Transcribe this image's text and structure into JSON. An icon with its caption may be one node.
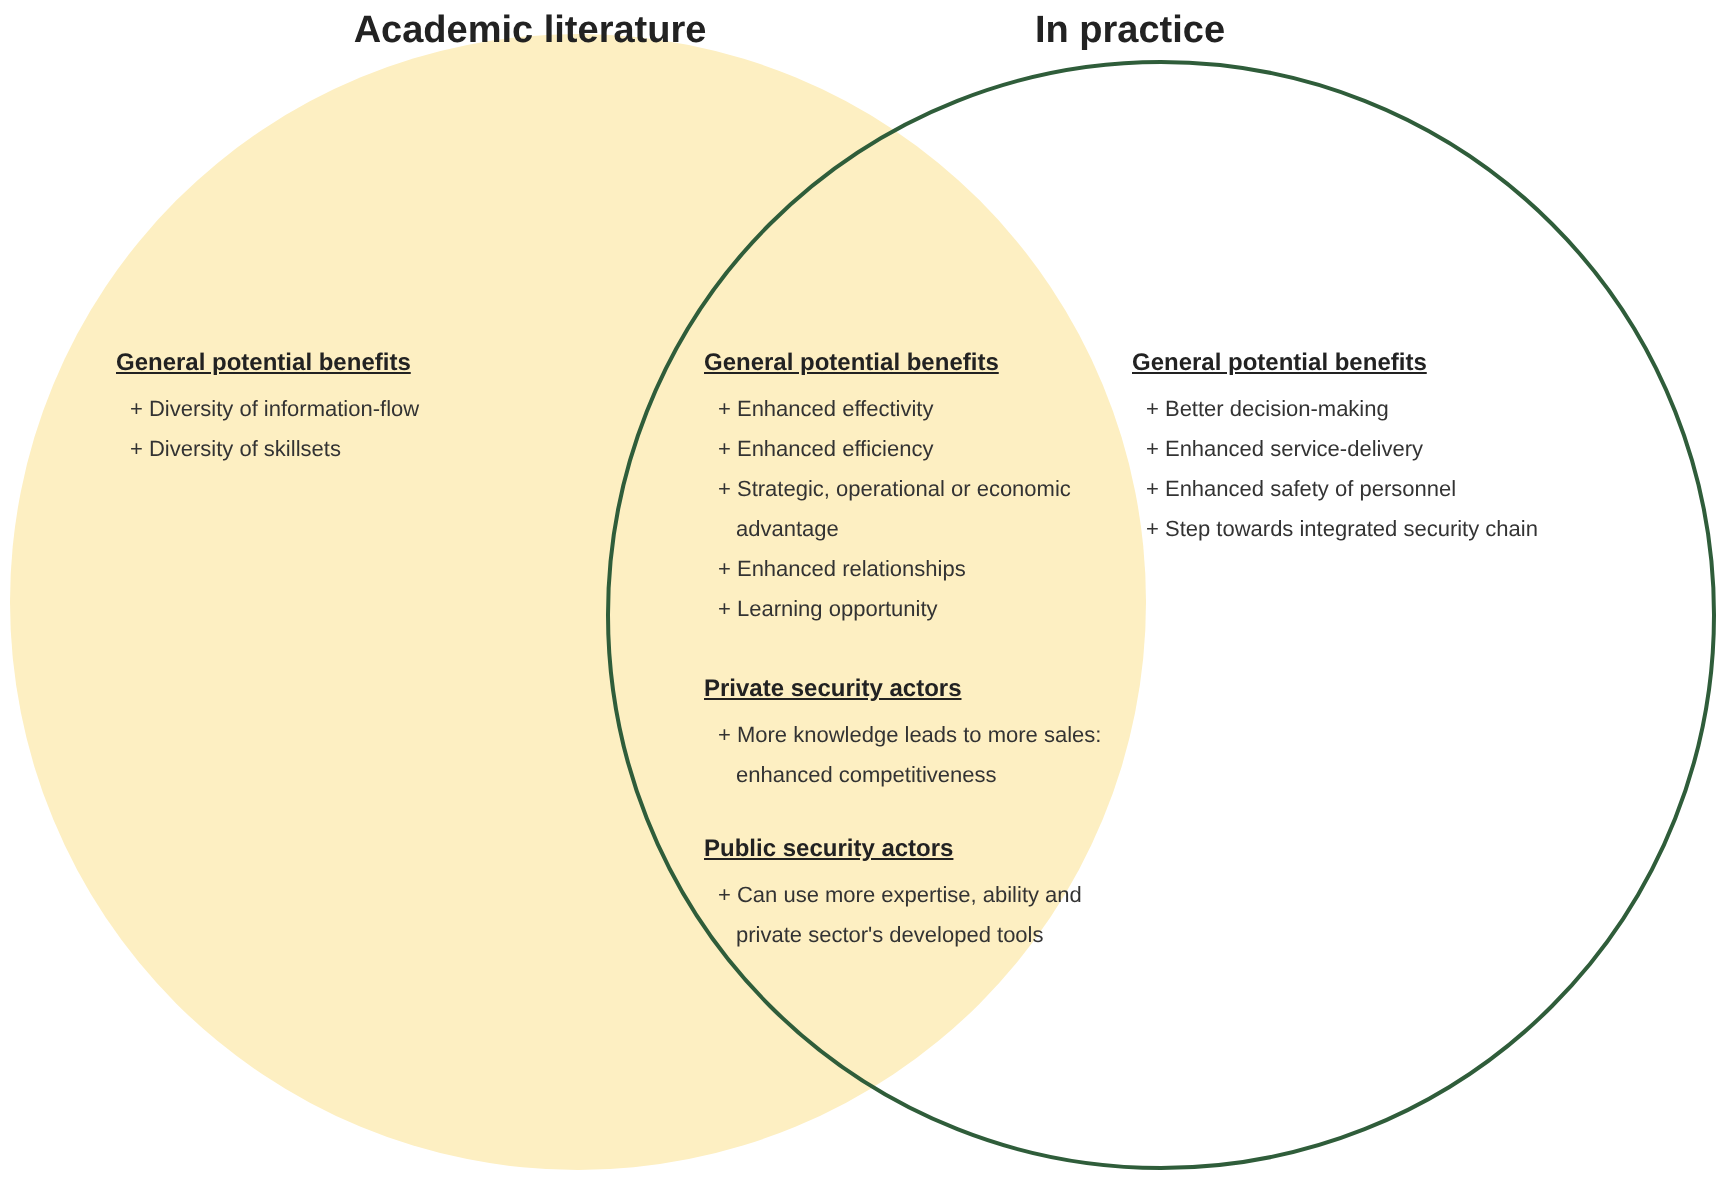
{
  "diagram": {
    "nodes": [
      {
        "text": [
          "Academic literature"
        ]
      },
      {
        "text": [
          "In practice"
        ]
      }
    ],
    "labels": [
      "General potential benefits",
      "+ Diversity of information-flow",
      "+ Diversity of skillsets",
      "General potential benefits",
      "+ Enhanced effectivity",
      "+ Enhanced efficiency",
      "+ Strategic, operational or economic advantage",
      "+ Enhanced relationships",
      "+ Learning opportunity",
      "Private security actors",
      "+ More knowledge leads to more sales: enhanced competitiveness",
      "Public security actors",
      "+ Can use more expertise, ability and private sector's developed tools",
      "General potential benefits",
      "+ Better decision-making",
      "+ Enhanced service-delivery",
      "+ Enhanced safety of personnel",
      "+ Step towards integrated security chain"
    ]
  }
}
